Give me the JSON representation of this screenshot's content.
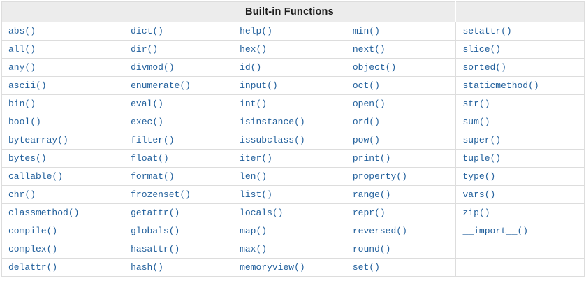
{
  "table": {
    "title": "Built-in Functions",
    "title_column_index": 2,
    "column_count": 5,
    "rows": [
      [
        "abs()",
        "dict()",
        "help()",
        "min()",
        "setattr()"
      ],
      [
        "all()",
        "dir()",
        "hex()",
        "next()",
        "slice()"
      ],
      [
        "any()",
        "divmod()",
        "id()",
        "object()",
        "sorted()"
      ],
      [
        "ascii()",
        "enumerate()",
        "input()",
        "oct()",
        "staticmethod()"
      ],
      [
        "bin()",
        "eval()",
        "int()",
        "open()",
        "str()"
      ],
      [
        "bool()",
        "exec()",
        "isinstance()",
        "ord()",
        "sum()"
      ],
      [
        "bytearray()",
        "filter()",
        "issubclass()",
        "pow()",
        "super()"
      ],
      [
        "bytes()",
        "float()",
        "iter()",
        "print()",
        "tuple()"
      ],
      [
        "callable()",
        "format()",
        "len()",
        "property()",
        "type()"
      ],
      [
        "chr()",
        "frozenset()",
        "list()",
        "range()",
        "vars()"
      ],
      [
        "classmethod()",
        "getattr()",
        "locals()",
        "repr()",
        "zip()"
      ],
      [
        "compile()",
        "globals()",
        "map()",
        "reversed()",
        "__import__()"
      ],
      [
        "complex()",
        "hasattr()",
        "max()",
        "round()",
        ""
      ],
      [
        "delattr()",
        "hash()",
        "memoryview()",
        "set()",
        ""
      ]
    ]
  },
  "colors": {
    "link": "#22609c",
    "border": "#dddddd",
    "header_bg": "#ececec",
    "header_text": "#1d1d1d"
  }
}
